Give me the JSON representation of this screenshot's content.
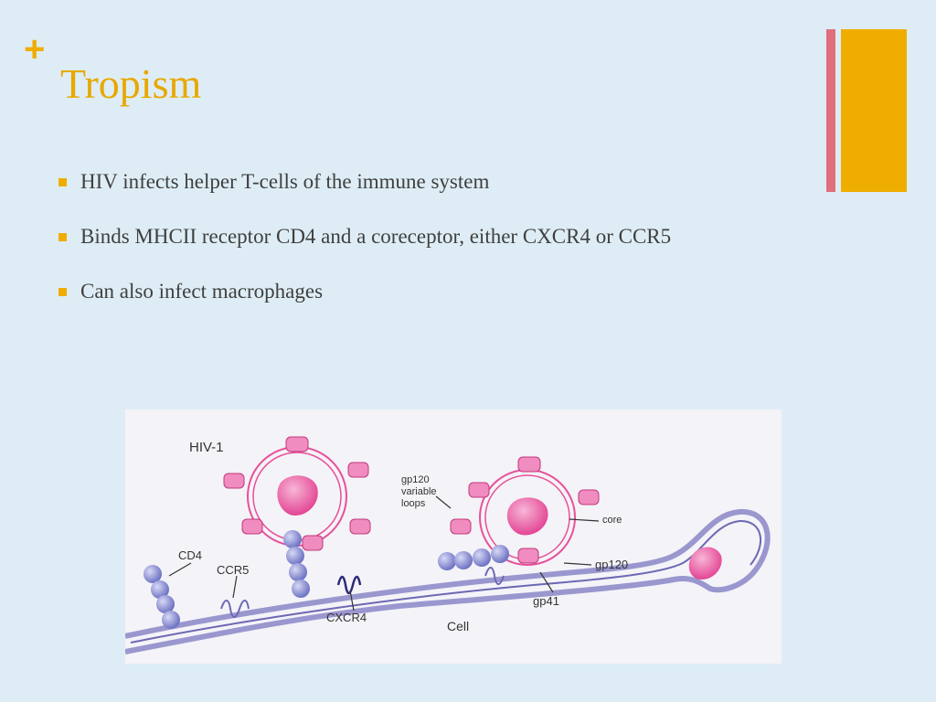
{
  "slide": {
    "plus_mark": "+",
    "title": "Tropism",
    "bullets": [
      "HIV infects helper T-cells of the immune system",
      "Binds MHCII receptor CD4 and a coreceptor, either CXCR4 or CCR5",
      "Can also infect macrophages"
    ]
  },
  "figure": {
    "labels": {
      "hiv": "HIV-1",
      "gp120_loops_1": "gp120",
      "gp120_loops_2": "variable",
      "gp120_loops_3": "loops",
      "core": "core",
      "gp120": "gp120",
      "gp41": "gp41",
      "cd4": "CD4",
      "ccr5": "CCR5",
      "cxcr4": "CXCR4",
      "cell": "Cell"
    }
  },
  "colors": {
    "accent_gold": "#efad00",
    "accent_pink_bar": "#e06f7c",
    "background": "#deedf5",
    "membrane": "#9a97cf",
    "virus_pink": "#e8509a",
    "receptor_blue": "#8c90d6"
  }
}
